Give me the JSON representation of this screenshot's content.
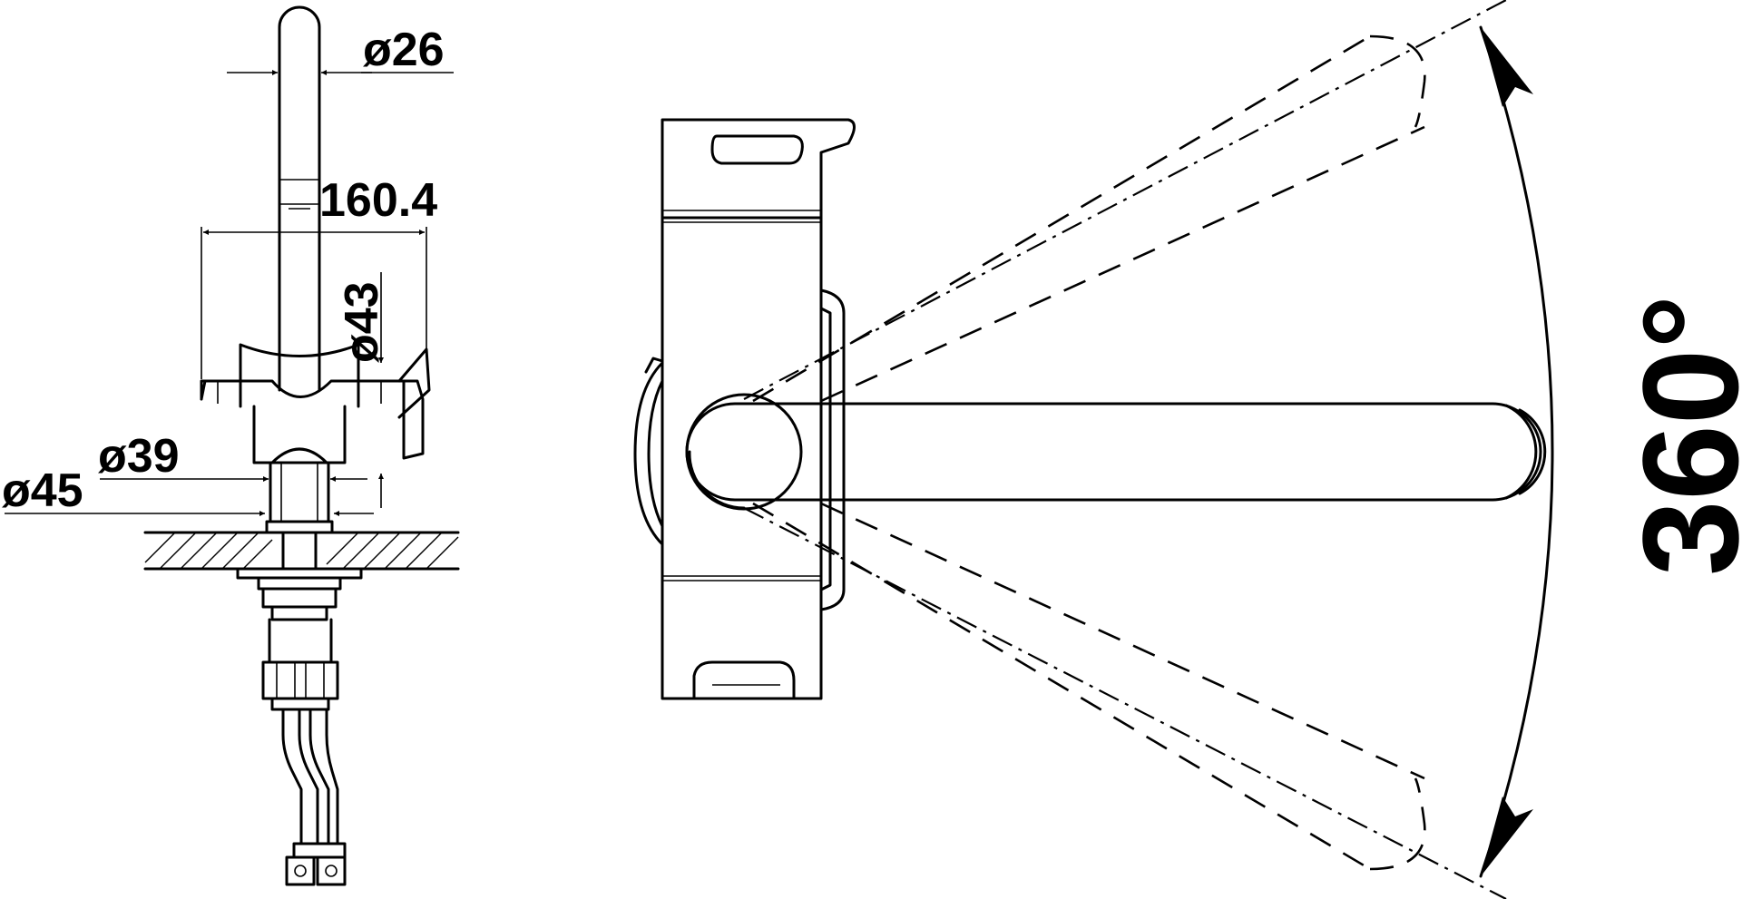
{
  "dimensions": {
    "spout_diameter": "ø26",
    "height": "160.4",
    "body_diameter": "ø43",
    "neck_diameter": "ø39",
    "base_diameter": "ø45",
    "rotation": "360°"
  },
  "colors": {
    "line": "#000000",
    "background": "#ffffff"
  }
}
